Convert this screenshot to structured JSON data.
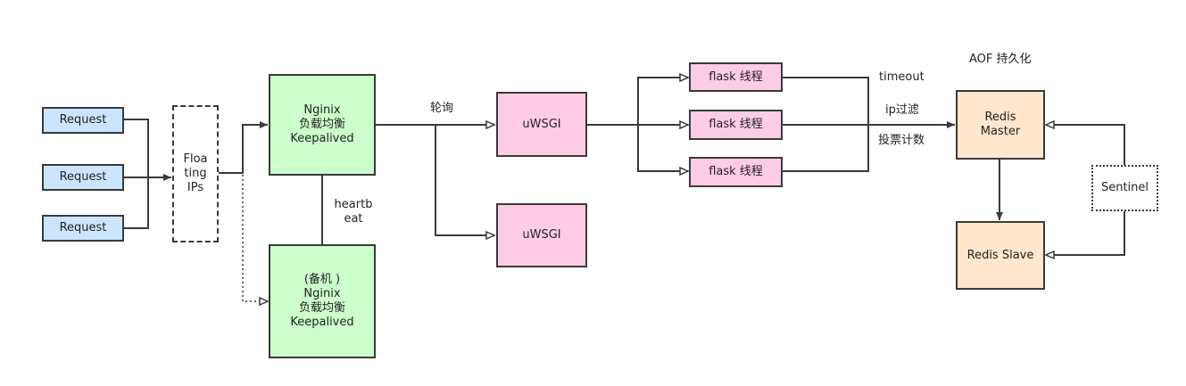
{
  "colors": {
    "request_fill": "#cce5ff",
    "nginx_fill": "#ccffcc",
    "uwsgi_fill": "#ffcce6",
    "redis_fill": "#ffe6cc",
    "stroke": "#3a3a3a"
  },
  "nodes": {
    "request_1": "Request",
    "request_2": "Request",
    "request_3": "Request",
    "floating_ips": "Floa\nting\nIPs",
    "nginx_primary": "Nginix\n负载均衡\nKeepalived",
    "nginx_backup": "(备机 )\nNginix\n负载均衡\nKeepalived",
    "uwsgi_1": "uWSGI",
    "uwsgi_2": "uWSGI",
    "flask_1": "flask 线程",
    "flask_2": "flask 线程",
    "flask_3": "flask 线程",
    "redis_master": "Redis\nMaster",
    "redis_slave": "Redis Slave",
    "sentinel": "Sentinel"
  },
  "labels": {
    "heartbeat": "heartb\neat",
    "round_robin": "轮询",
    "timeout": "timeout",
    "ip_filter": "ip过滤",
    "vote_count": "投票计数",
    "aof": "AOF 持久化"
  }
}
